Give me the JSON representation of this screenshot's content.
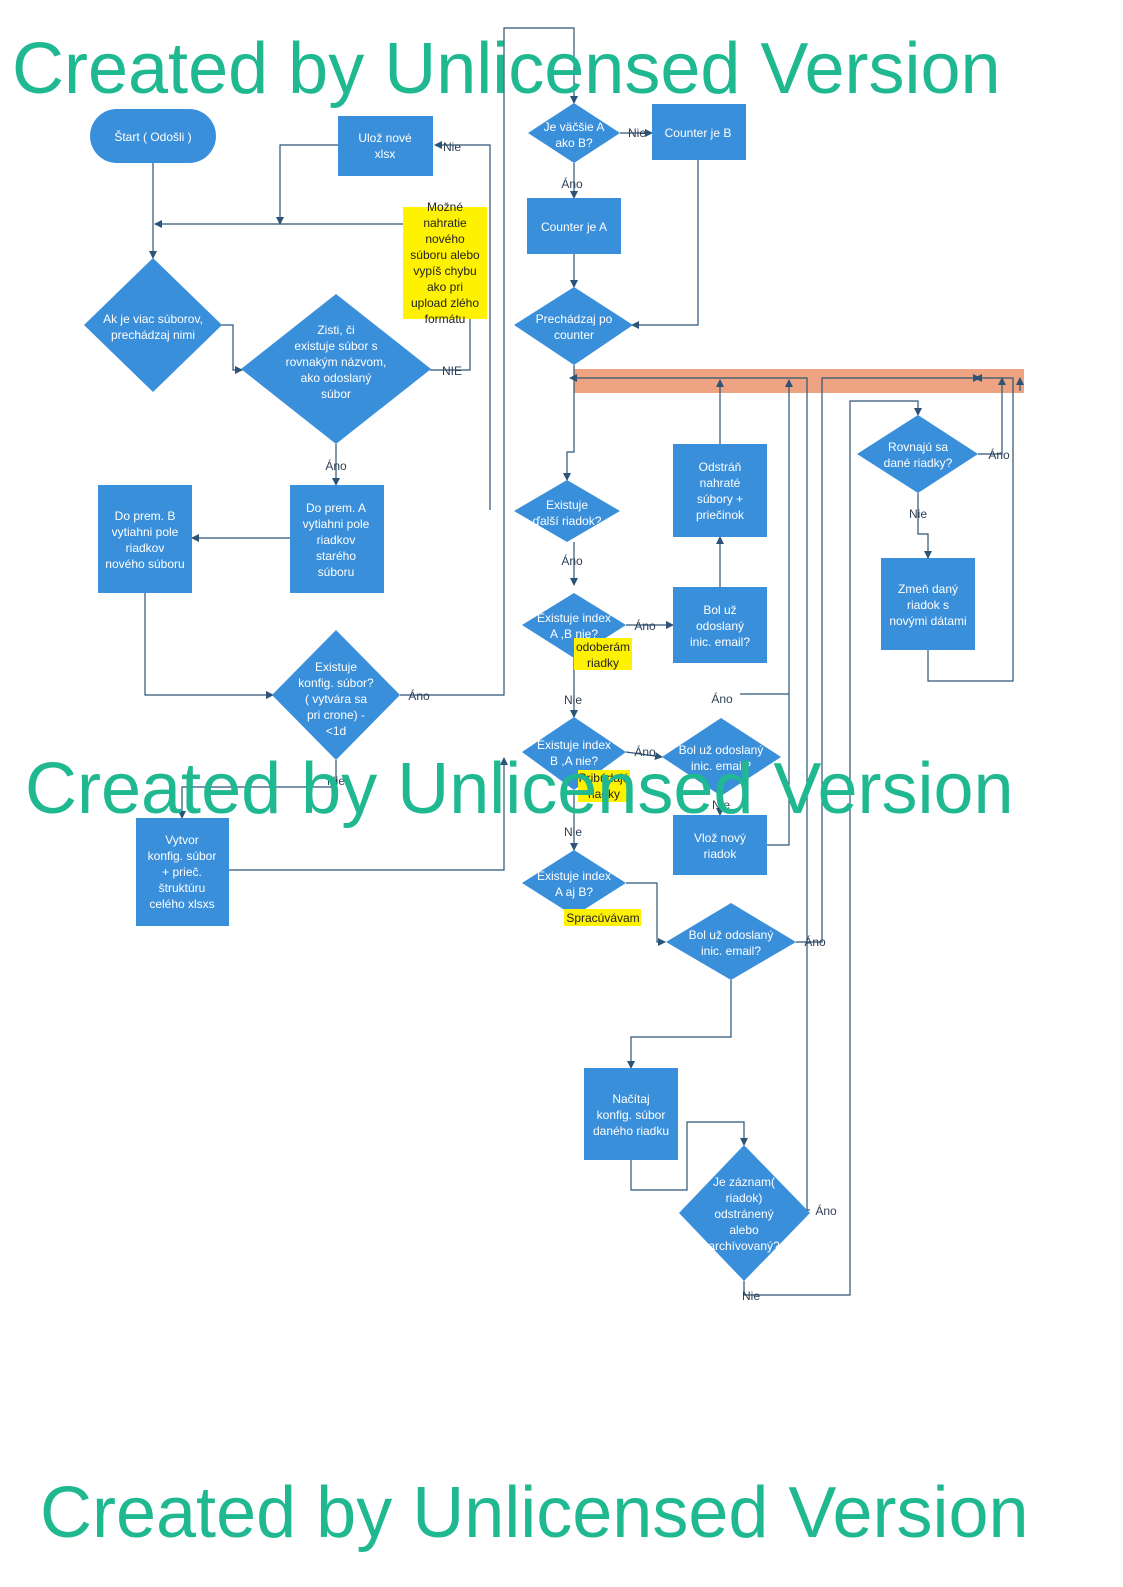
{
  "colors": {
    "shape_fill": "#3a8fdb",
    "line": "#2d5476",
    "note_fill": "#fff200",
    "highlight_bar": "#eea383",
    "watermark": "#1fb890"
  },
  "watermark": "Created by Unlicensed Version",
  "nodes": {
    "start": "Štart ( Odošli )",
    "save_new_xlsx": "Ulož nové xlsx",
    "more_files": "Ak je viac súborov, prechádzaj nimi",
    "same_name": "Zisti, či existuje súbor s rovnakým názvom, ako odoslaný súbor",
    "var_b_new": "Do prem. B vytiahni pole riadkov nového súboru",
    "var_a_old": "Do prem. A vytiahni pole riadkov starého súboru",
    "config_exists": "Existuje konfig. súbor? ( vytvára sa pri crone) - <1d",
    "create_config": "Vytvor konfig. súbor + prieč. štruktúru celého xlsxs",
    "a_bigger_b": "Je väčšie A ako B?",
    "counter_b": "Counter je B",
    "counter_a": "Counter je A",
    "iterate_counter": "Prechádzaj po counter",
    "next_row": "Existuje ďalší riadok?",
    "index_a_not_b": "Existuje index A ,B nie?",
    "index_b_not_a": "Existuje index B ,A nie?",
    "index_a_and_b": "Existuje index A aj B?",
    "email_sent_1": "Bol už odoslaný inic. email?",
    "email_sent_2": "Bol už odoslaný inic. email?",
    "email_sent_3": "Bol už odoslaný inic. email?",
    "remove_uploaded": "Odstráň nahraté súbory + priečinok",
    "insert_row": "Vlož nový riadok",
    "rows_equal": "Rovnajú sa dané riadky?",
    "change_row": "Zmeň daný riadok s novými dátami",
    "load_config": "Načítaj konfig. súbor daného riadku",
    "record_removed": "Je záznam( riadok) odstránený alebo archívovaný?"
  },
  "notes": {
    "upload_note": "Možné nahratie nového súboru alebo vypíš chybu ako pri upload zlého formátu",
    "removing_rows": "odoberám riadky",
    "adding_rows": "Pribúdajú riadky",
    "processing": "Spracúvávam"
  },
  "edge_labels": {
    "nie_save": "Nie",
    "nie_upper": "NIE",
    "ano_same": "Áno",
    "ano_config": "Áno",
    "nie_config": "Nie",
    "nie_ab": "Nie",
    "ano_ab": "Áno",
    "ano_next": "Áno",
    "ano_idx1": "Áno",
    "nie_idx1": "Nie",
    "ano_idx2": "Áno",
    "nie_idx2": "Nie",
    "ano_email1": "Áno",
    "nie_email1": "Nie",
    "ano_email3": "Áno",
    "ano_rows": "Áno",
    "nie_rows": "Nie",
    "ano_removed": "Áno",
    "nie_removed": "Nie"
  }
}
